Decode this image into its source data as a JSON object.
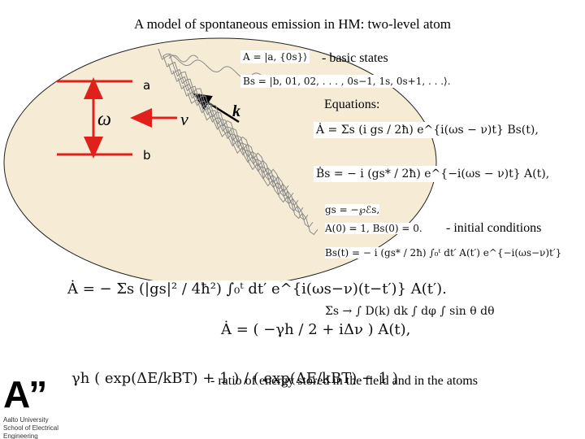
{
  "title": "A model of spontaneous emission in HM: two-level atom",
  "notes": {
    "basic_states": "- basic states",
    "equations": "Equations:",
    "initial_conditions": "- initial conditions",
    "ratio": "- ratio of energy stored in the field and in the atoms"
  },
  "diagram": {
    "level_a": "a",
    "level_b": "b",
    "omega": "ω",
    "nu": "ν",
    "k": "k"
  },
  "math": {
    "state_A": "A = |a, {0s}⟩",
    "state_Bs": "Bs = |b, 01, 02, . . . , 0s−1, 1s, 0s+1, . . .⟩.",
    "eq_A": "Ȧ = Σs (i gs / 2ħ) e^{i(ωs − ν)t} Bs(t),",
    "eq_B": "Ḃs = − i (gs* / 2ħ) e^{−i(ωs − ν)t} A(t),",
    "coupling": "gs = −℘ℰs,",
    "initial": "A(0) = 1,  Bs(0) = 0.",
    "bs_int": "Bs(t) = − i (gs* / 2ħ) ∫₀ᵗ dt′ A(t′) e^{−i(ωs−ν)t′}",
    "a_int": "Ȧ = − Σs (|gs|² / 4ħ²) ∫₀ᵗ dt′ e^{i(ωs−ν)(t−t′)} A(t′).",
    "sum_to_int": "Σs → ∫ D(k) dk ∫ dφ ∫ sin θ dθ",
    "decay": "Ȧ = ( −γh / 2 + iΔν ) A(t),",
    "gamma_ratio": "γh ( exp(ΔE/kBT) + 1 ) / ( exp(ΔE/kBT) − 1 )"
  },
  "logo": {
    "mark": "A”",
    "line1": "Aalto University",
    "line2": "School of Electrical",
    "line3": "Engineering"
  },
  "colors": {
    "ellipse_fill": "#f6ecd6",
    "level_line": "#e0201b",
    "wave": "#888888"
  }
}
